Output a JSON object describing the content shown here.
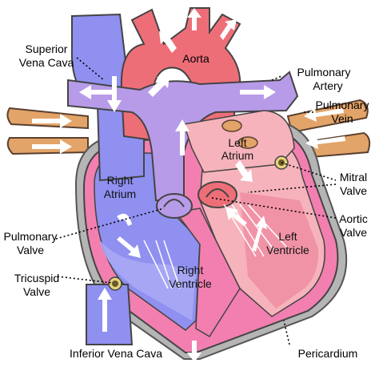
{
  "labels": {
    "superior_vena_cava": [
      "Superior",
      "Vena Cava"
    ],
    "aorta": "Aorta",
    "pulmonary_artery": [
      "Pulmonary",
      "Artery"
    ],
    "pulmonary_vein": [
      "Pulmonary",
      "Vein"
    ],
    "left_atrium": [
      "Left",
      "Atrium"
    ],
    "right_atrium": [
      "Right",
      "Atrium"
    ],
    "mitral_valve": [
      "Mitral",
      "Valve"
    ],
    "aortic_valve": [
      "Aortic",
      "Valve"
    ],
    "pulmonary_valve": [
      "Pulmonary",
      "Valve"
    ],
    "left_ventricle": [
      "Left",
      "Ventricle"
    ],
    "right_ventricle": [
      "Right",
      "Ventricle"
    ],
    "tricuspid_valve": [
      "Tricuspid",
      "Valve"
    ],
    "inferior_vena_cava": "Inferior Vena Cava",
    "pericardium": "Pericardium"
  },
  "colors": {
    "deoxygenated": "#8f90f0",
    "deoxygenated_dark": "#5d5fd6",
    "oxygenated": "#ee6e78",
    "oxygenated_dark": "#cf4a56",
    "pulmonary_artery": "#b79be8",
    "pulmonary_vein": "#e3a469",
    "ventricle_wall": "#f27fb0",
    "ventricle_wall_dark": "#e35597",
    "left_interior": "#f6b3bb",
    "pericardium": "#b5b5b5",
    "valve": "#e7d27a"
  }
}
